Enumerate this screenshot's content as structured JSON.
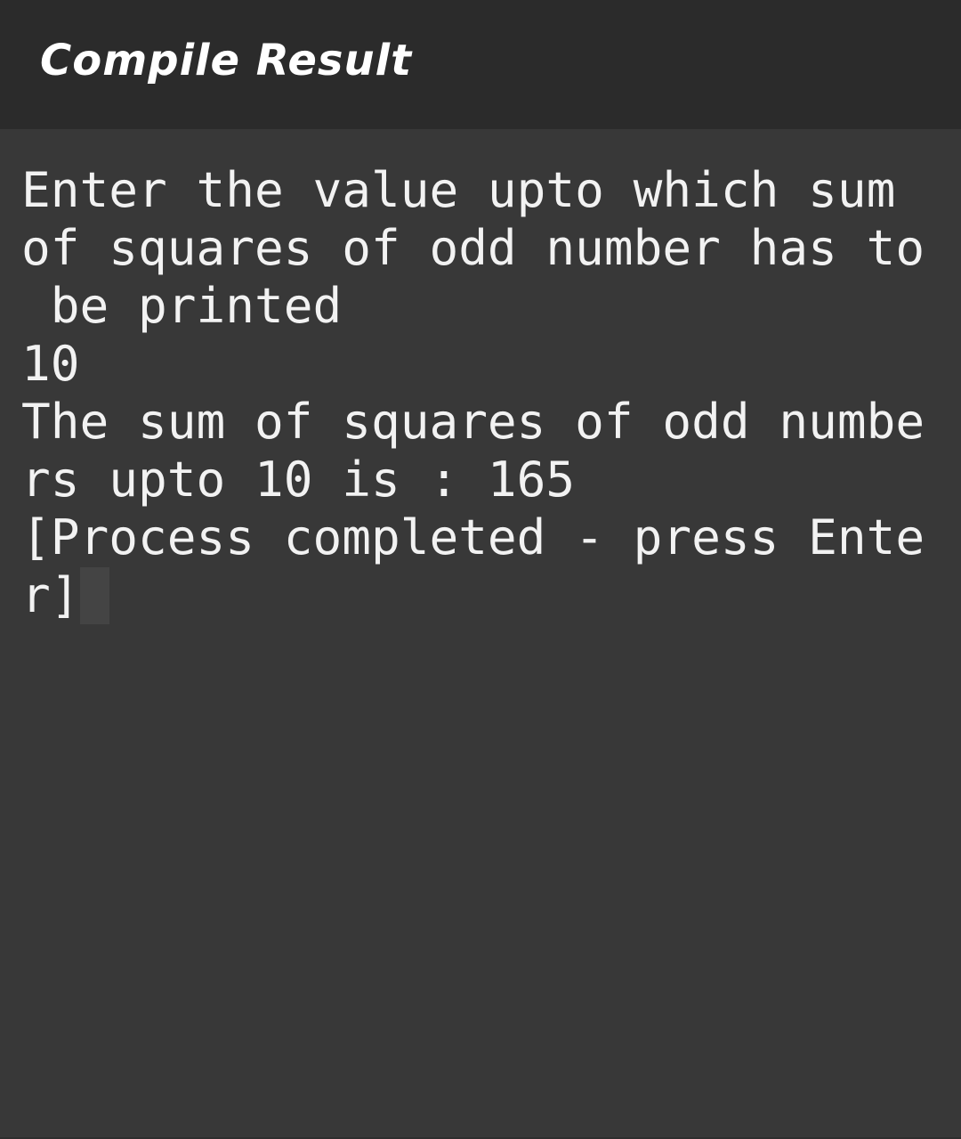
{
  "header": {
    "title": "Compile Result"
  },
  "terminal": {
    "lines": [
      "Enter the value upto which sum",
      "of squares of odd number has to",
      " be printed",
      "10",
      "The sum of squares of odd numbe",
      "rs upto 10 is : 165",
      "[Process completed - press Ente",
      "r]"
    ]
  },
  "colors": {
    "header_bg": "#2b2b2b",
    "terminal_bg": "#383838",
    "text": "#f2f2f2",
    "cursor": "#444444"
  }
}
